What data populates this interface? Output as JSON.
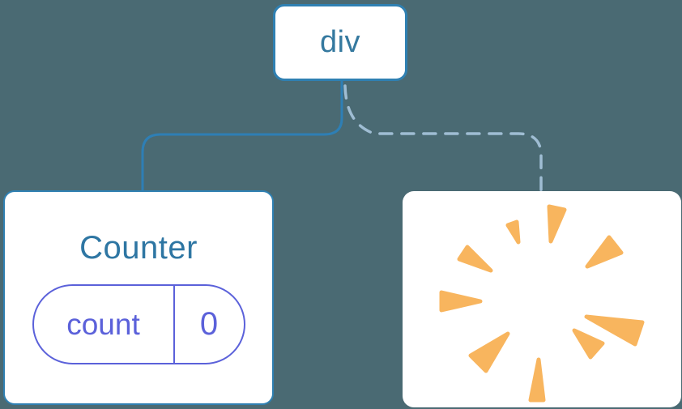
{
  "diagram": {
    "description": "component-tree-state-reset",
    "background": "#4a6a73",
    "root": {
      "label": "div"
    },
    "counter": {
      "title": "Counter",
      "state_key": "count",
      "state_value": "0"
    },
    "removed_child": {
      "icon": "poof-burst-icon"
    },
    "edges": [
      {
        "from": "div",
        "to": "Counter",
        "style": "solid"
      },
      {
        "from": "div",
        "to": "removed-child",
        "style": "dashed"
      }
    ],
    "colors": {
      "background": "#4a6a73",
      "card_background": "#ffffff",
      "card_border": "#2f80b2",
      "node_text": "#35799f",
      "counter_title_text": "#2e76a3",
      "solid_edge": "#2e7fb5",
      "dashed_edge": "#9fbdd3",
      "state_accent": "#5b61da",
      "poof_burst": "#f8b55e"
    }
  }
}
